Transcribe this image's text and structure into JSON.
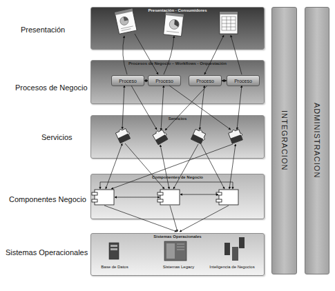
{
  "diagram": {
    "nodes": [
      {
        "text": [
          "Presentación - Consumidores"
        ]
      },
      {
        "text": [
          "Procesos de Negocio – Workflows - Orquestación"
        ]
      },
      {
        "text": [
          "Proceso"
        ],
        "in": 1
      },
      {
        "text": [
          "Proceso"
        ],
        "in": 1
      },
      {
        "text": [
          "Proceso"
        ],
        "in": 1
      },
      {
        "text": [
          "Proceso"
        ],
        "in": 1
      },
      {
        "text": [
          "Servicios"
        ]
      },
      {
        "text": [
          "Componentes de Negocio"
        ]
      },
      {
        "text": [
          "Sistemas Operacionales"
        ]
      },
      {
        "text": [
          "Base de Datos"
        ],
        "in": 8
      },
      {
        "text": [
          "Sistemas Legacy"
        ],
        "in": 8
      },
      {
        "text": [
          "Inteligencia de Negocios"
        ],
        "in": 8
      },
      {
        "text": [
          "INTEGRACION"
        ]
      },
      {
        "text": [
          "ADMINISTRACION"
        ]
      }
    ],
    "edges": [
      {
        "from": 2,
        "to": 3,
        "arrow": "both"
      },
      {
        "from": 4,
        "to": 5,
        "arrow": "both"
      }
    ],
    "labels": [
      "Presentación",
      "Procesos de Negocio",
      "Servicios",
      "Componentes Negocio",
      "Sistemas Operacionales"
    ]
  }
}
